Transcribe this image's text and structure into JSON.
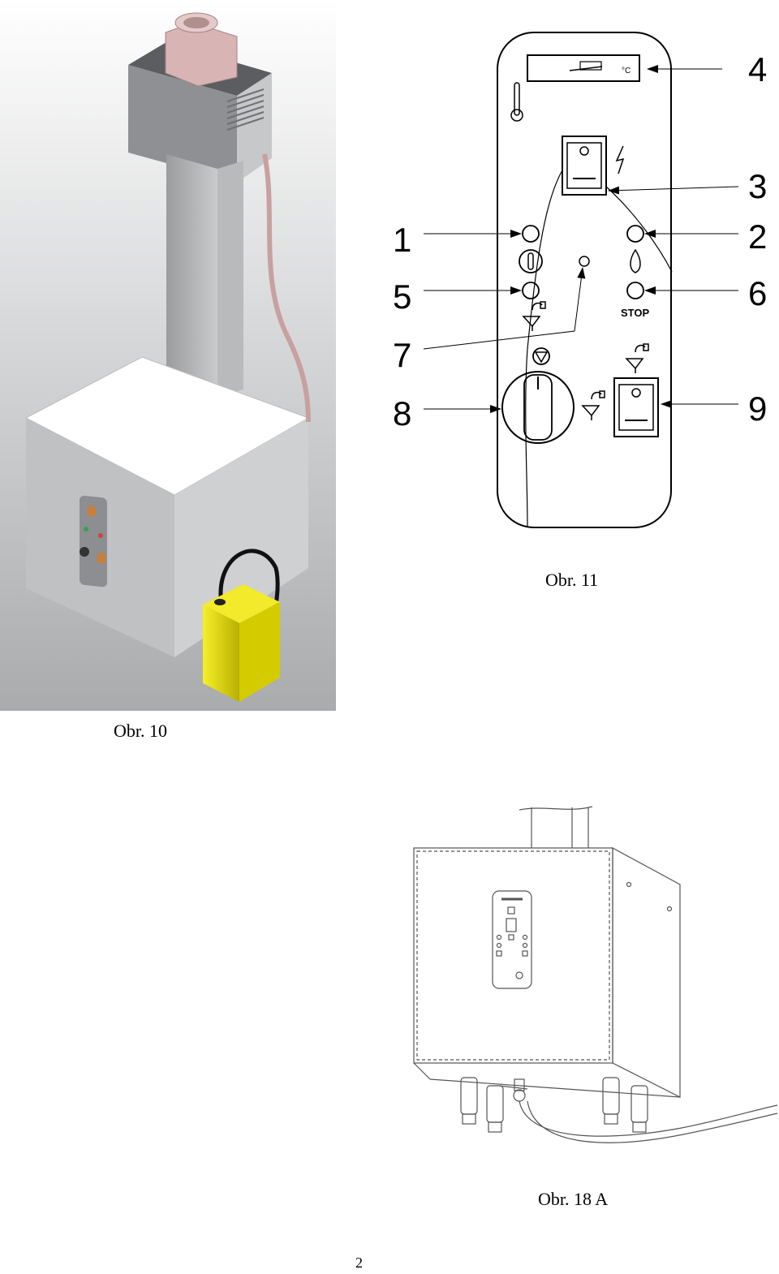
{
  "figures": {
    "fig10": {
      "caption": "Obr. 10"
    },
    "fig11": {
      "caption": "Obr. 11",
      "callouts": [
        "1",
        "2",
        "3",
        "4",
        "5",
        "6",
        "7",
        "8",
        "9"
      ],
      "stop_label": "STOP"
    },
    "fig18a": {
      "caption": "Obr. 18 A"
    }
  },
  "page": {
    "number": "2"
  },
  "colors": {
    "housing": "#a9abad",
    "housing_light": "#e6e6e6",
    "flue": "#d8b4b4",
    "canister": "#e8e000",
    "hose": "#c8a0a0"
  }
}
